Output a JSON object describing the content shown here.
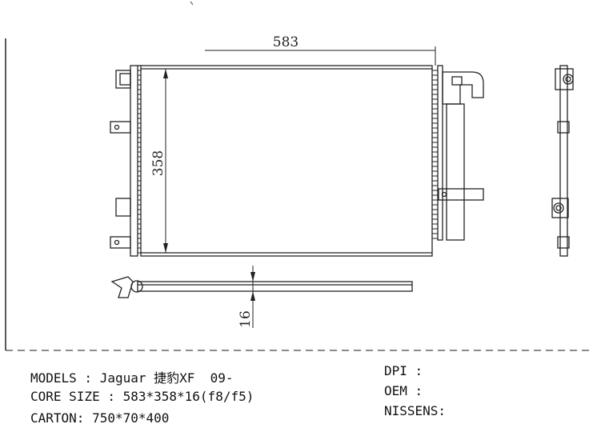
{
  "drawing": {
    "width_dimension": "583",
    "height_dimension": "358",
    "thickness_dimension": "16"
  },
  "info_left": {
    "models": "MODELS : Jaguar 捷豹XF  09-",
    "core_size": "CORE SIZE : 583*358*16(f8/f5)",
    "carton": "CARTON: 750*70*400"
  },
  "info_right": {
    "dpi": "DPI :",
    "oem": "OEM :",
    "nissens": "NISSENS:"
  },
  "colors": {
    "line": "#222222",
    "background": "#ffffff"
  }
}
